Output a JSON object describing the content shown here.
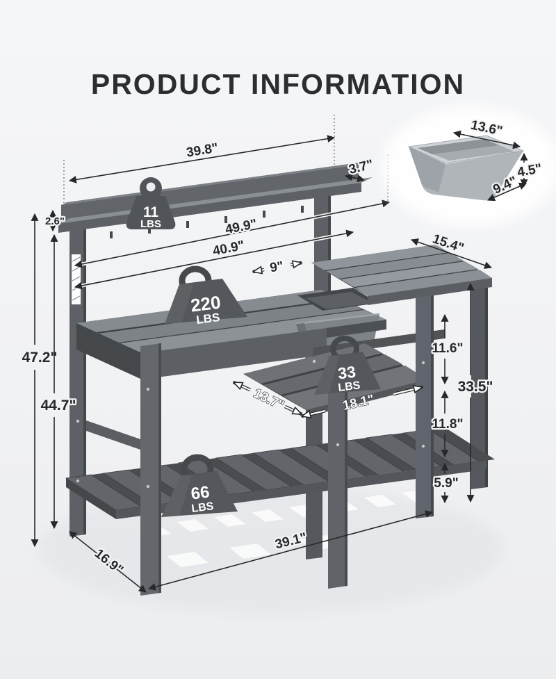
{
  "title": "PRODUCT INFORMATION",
  "bench": {
    "dims": {
      "top_shelf_length": "39.8\"",
      "top_shelf_depth": "3.7\"",
      "top_shelf_thickness": "2.6\"",
      "overall_width": "49.9\"",
      "inner_width": "40.9\"",
      "sink_opening_width": "9\"",
      "side_table_depth": "15.4\"",
      "overall_height": "47.2\"",
      "worktop_height": "44.7\"",
      "table_to_mid_shelf": "11.6\"",
      "under_table_height": "33.5\"",
      "mid_to_bottom_shelf": "11.8\"",
      "bottom_shelf_to_floor": "5.9\"",
      "mid_shelf_depth": "13.7\"",
      "mid_shelf_width": "18.1\"",
      "base_width": "39.1\"",
      "base_depth": "16.9\""
    },
    "capacities": {
      "top_shelf": {
        "value": "11",
        "unit": "LBS"
      },
      "worktop": {
        "value": "220",
        "unit": "LBS"
      },
      "mid_shelf": {
        "value": "33",
        "unit": "LBS"
      },
      "bottom_shelf": {
        "value": "66",
        "unit": "LBS"
      }
    }
  },
  "inset_tub": {
    "length": "13.6\"",
    "height": "4.5\"",
    "depth": "9.4\""
  },
  "colors": {
    "dimension": "#26282a",
    "wood_dark": "#4e5154",
    "wood_mid": "#6a6e72",
    "wood_light": "#8f9498",
    "weight": "#54575b",
    "background": "#f3f4f6"
  }
}
